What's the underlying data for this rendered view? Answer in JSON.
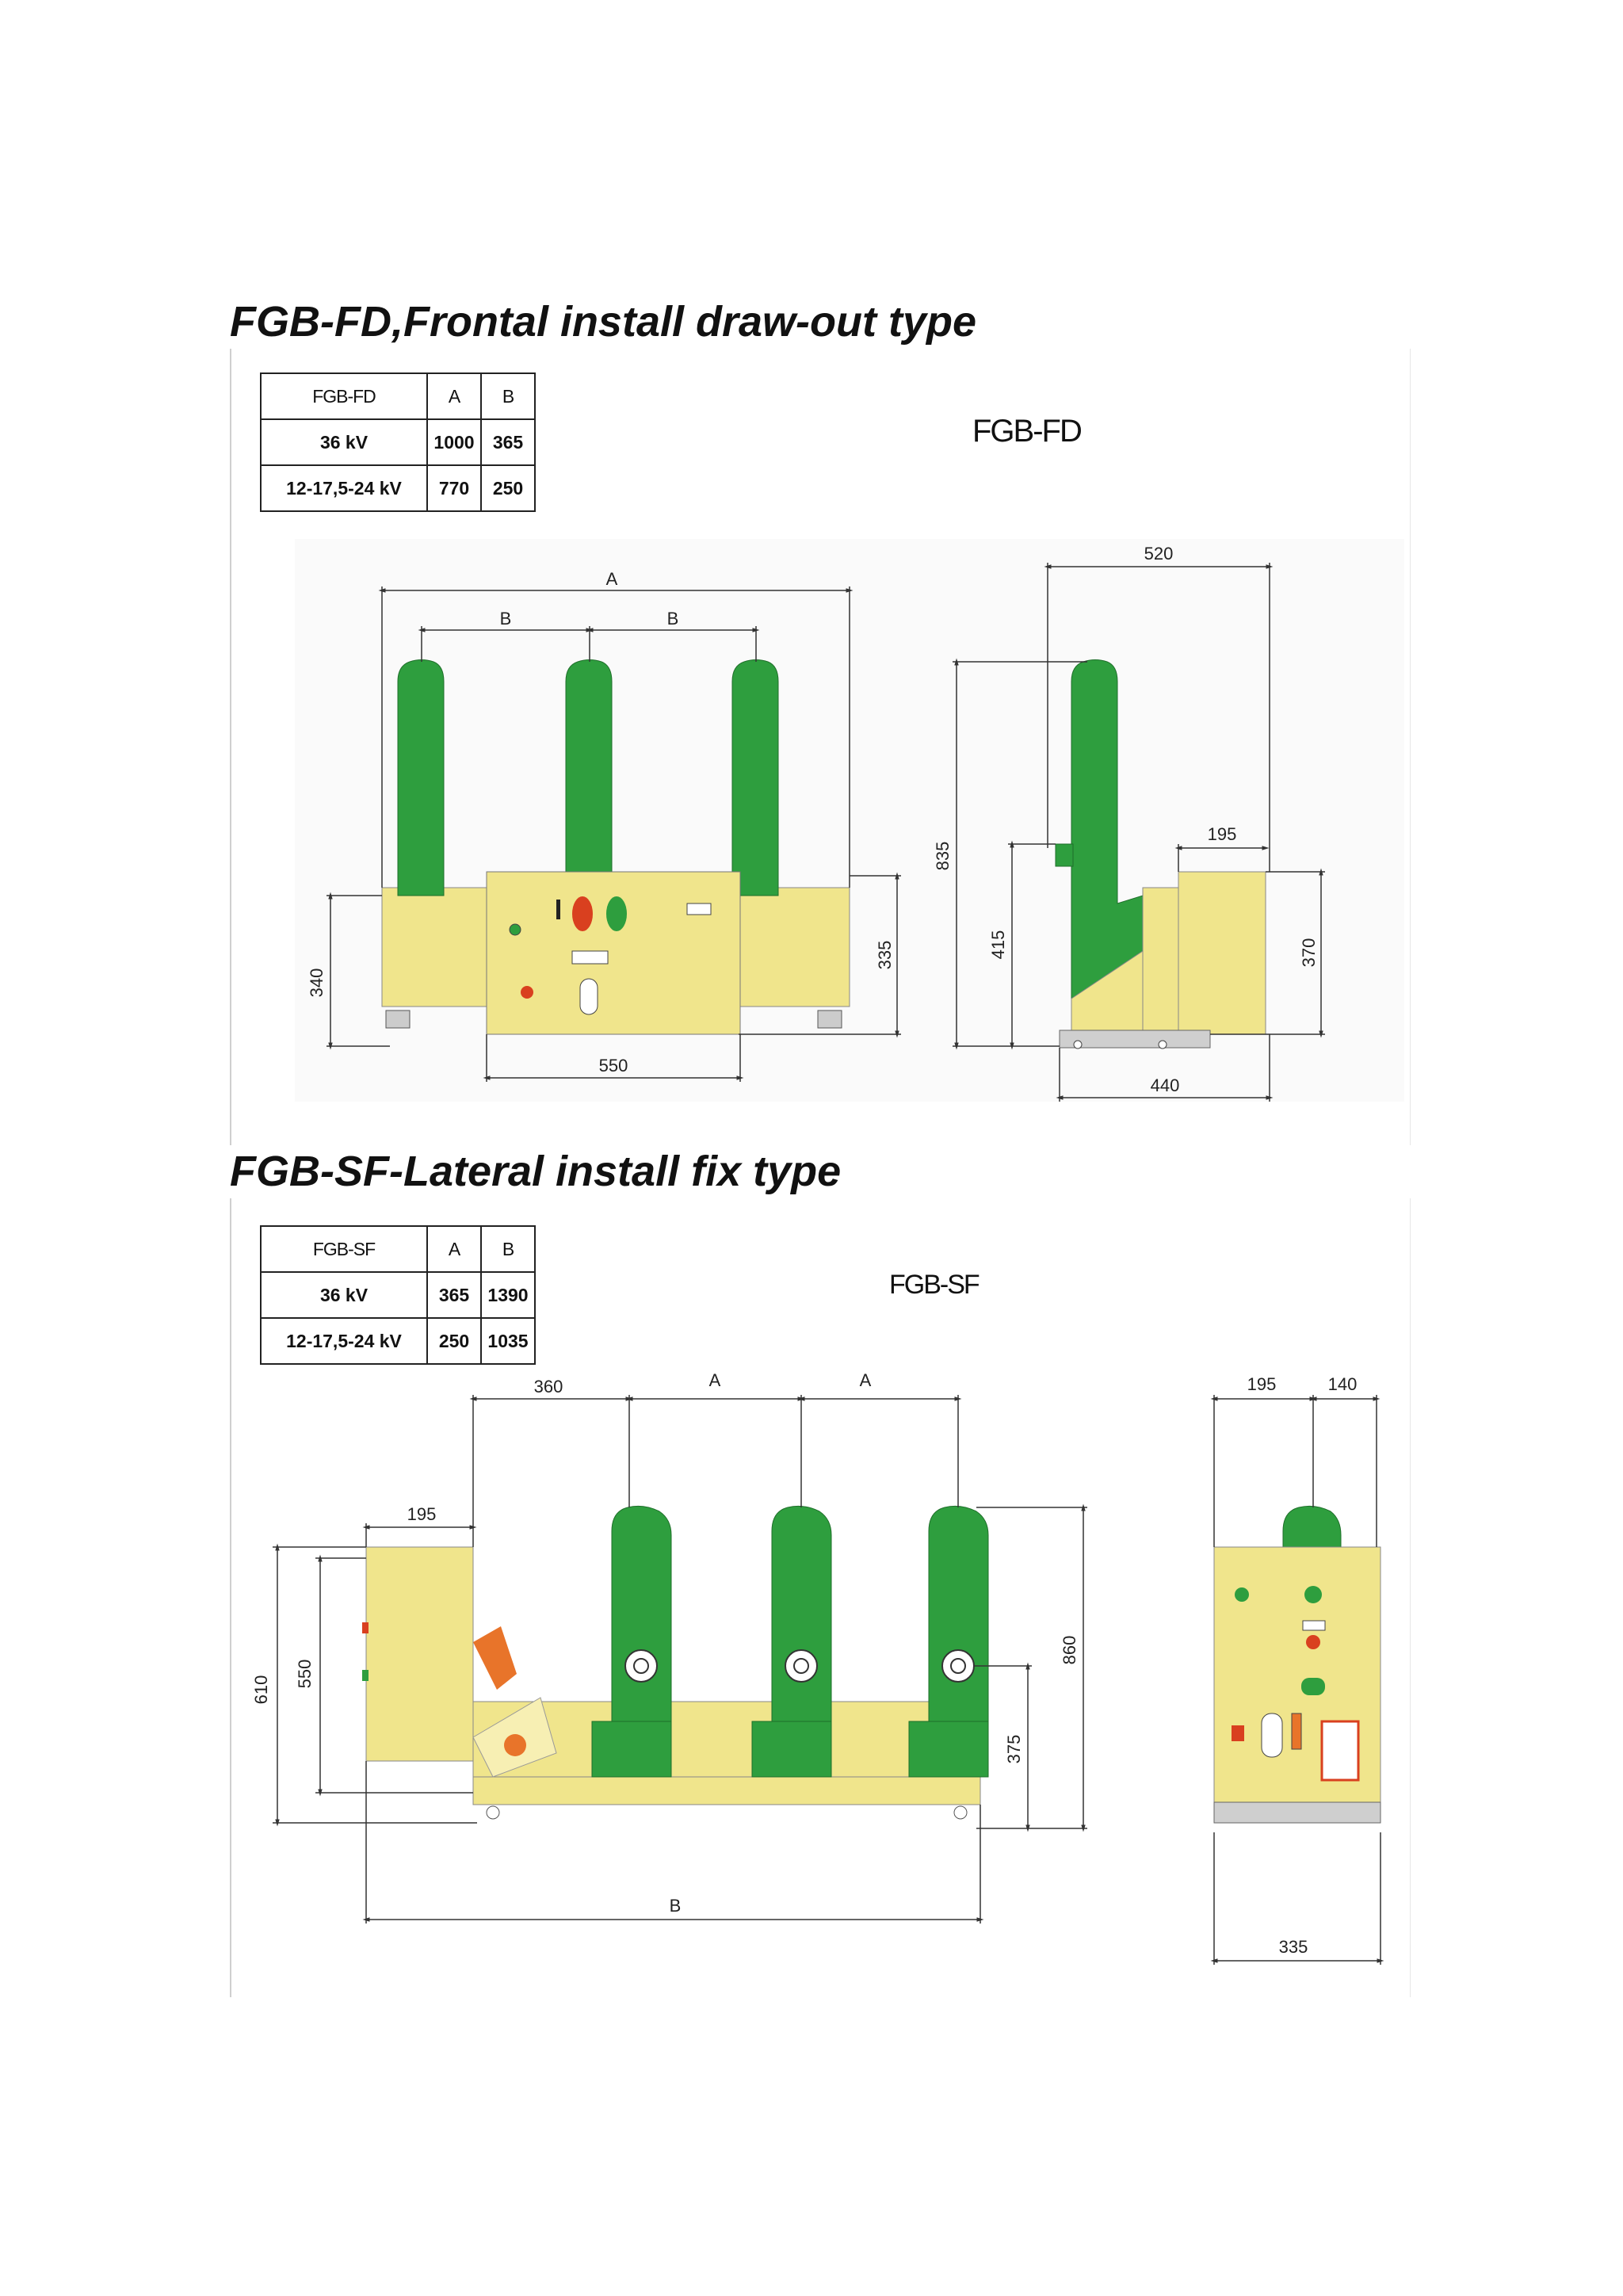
{
  "sections": [
    {
      "heading": "FGB-FD,Frontal install draw-out type",
      "model_label": "FGB-FD",
      "table": {
        "header": [
          "FGB-FD",
          "A",
          "B"
        ],
        "rows": [
          [
            "36 kV",
            "1000",
            "365"
          ],
          [
            "12-17,5-24 kV",
            "770",
            "250"
          ]
        ]
      },
      "dims": {
        "a": "A",
        "b1": "B",
        "b2": "B",
        "h340": "340",
        "h335": "335",
        "w550": "550",
        "w520": "520",
        "h835": "835",
        "h415": "415",
        "w195": "195",
        "h370": "370",
        "w440": "440"
      }
    },
    {
      "heading": "FGB-SF-Lateral install fix type",
      "model_label": "FGB-SF",
      "table": {
        "header": [
          "FGB-SF",
          "A",
          "B"
        ],
        "rows": [
          [
            "36 kV",
            "365",
            "1390"
          ],
          [
            "12-17,5-24 kV",
            "250",
            "1035"
          ]
        ]
      },
      "dims": {
        "w360": "360",
        "a1": "A",
        "a2": "A",
        "w195": "195",
        "h610": "610",
        "h550": "550",
        "h860": "860",
        "h375": "375",
        "b": "B",
        "w195r": "195",
        "w140": "140",
        "w335": "335"
      }
    }
  ],
  "colors": {
    "pole_green": "#2e9e3e",
    "body_yellow": "#f0e58c",
    "dim_line": "#333333",
    "orange": "#e8742a",
    "red": "#d9401f"
  }
}
